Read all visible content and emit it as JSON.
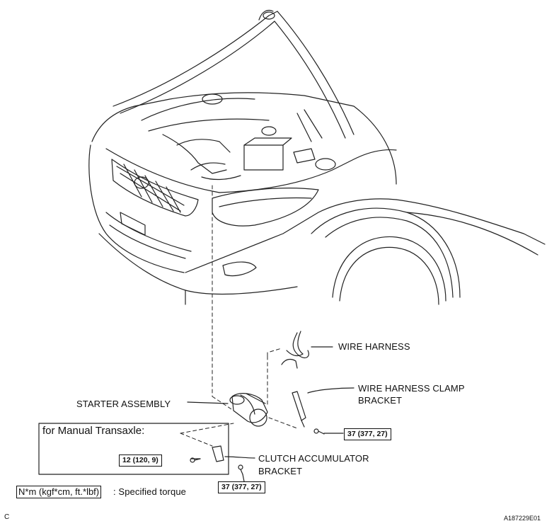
{
  "labels": {
    "wire_harness": "WIRE HARNESS",
    "wire_harness_clamp_bracket_1": "WIRE HARNESS CLAMP",
    "wire_harness_clamp_bracket_2": "BRACKET",
    "starter_assembly": "STARTER ASSEMBLY",
    "clutch_accumulator_bracket_1": "CLUTCH ACCUMULATOR",
    "clutch_accumulator_bracket_2": "BRACKET",
    "manual_transaxle": "for Manual Transaxle:"
  },
  "torques": {
    "bracket_bolt": "37 (377, 27)",
    "accumulator_bolt": "12 (120, 9)",
    "starter_bolt": "37 (377, 27)"
  },
  "legend": {
    "unit": "N*m (kgf*cm, ft.*lbf)",
    "text": ": Specified torque"
  },
  "corner_left": "C",
  "figure_id": "A187229E01"
}
